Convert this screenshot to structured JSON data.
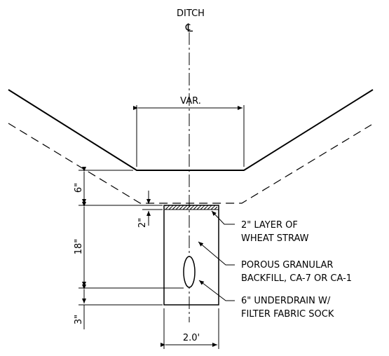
{
  "centerline": {
    "label": "DITCH",
    "symbol": "℄"
  },
  "dimensions": {
    "width_top": "VAR.",
    "depth_cover": "6\"",
    "straw_depth": "2\"",
    "trench_depth": "18\"",
    "bedding": "3\"",
    "trench_width": "2.0'"
  },
  "callouts": [
    {
      "line1": "2\" LAYER OF",
      "line2": "WHEAT STRAW"
    },
    {
      "line1": "POROUS GRANULAR",
      "line2": "BACKFILL, CA-7 OR CA-1"
    },
    {
      "line1": "6\" UNDERDRAIN W/",
      "line2": "FILTER FABRIC SOCK"
    }
  ],
  "colors": {
    "line": "#000000",
    "background": "#ffffff"
  }
}
